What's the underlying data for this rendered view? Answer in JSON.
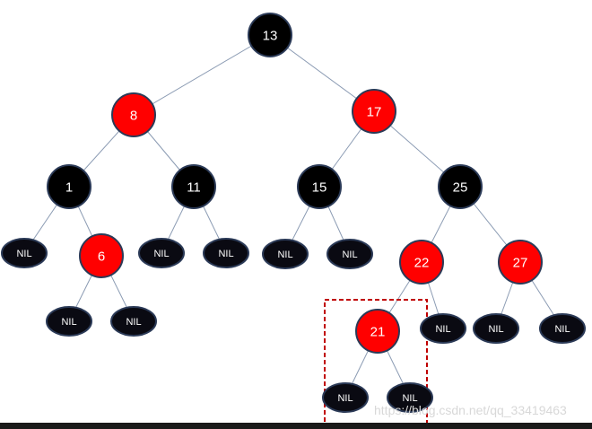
{
  "diagram": {
    "type": "red-black-tree",
    "colors": {
      "black": "#000000",
      "red": "#ff0000",
      "nil": "#0a0a12",
      "node_border": "#2b3a57",
      "edge": "#8b9bb3",
      "highlight": "#c00000",
      "label": "#ffffff",
      "watermark": "#d8d8d8"
    },
    "nodes": [
      {
        "id": "n13",
        "label": "13",
        "color": "black",
        "parent": null
      },
      {
        "id": "n8",
        "label": "8",
        "color": "red",
        "parent": "n13"
      },
      {
        "id": "n17",
        "label": "17",
        "color": "red",
        "parent": "n13"
      },
      {
        "id": "n1",
        "label": "1",
        "color": "black",
        "parent": "n8"
      },
      {
        "id": "n11",
        "label": "11",
        "color": "black",
        "parent": "n8"
      },
      {
        "id": "n15",
        "label": "15",
        "color": "black",
        "parent": "n17"
      },
      {
        "id": "n25",
        "label": "25",
        "color": "black",
        "parent": "n17"
      },
      {
        "id": "nil-1a",
        "label": "NIL",
        "color": "nil",
        "parent": "n1"
      },
      {
        "id": "n6",
        "label": "6",
        "color": "red",
        "parent": "n1"
      },
      {
        "id": "nil-11a",
        "label": "NIL",
        "color": "nil",
        "parent": "n11"
      },
      {
        "id": "nil-11b",
        "label": "NIL",
        "color": "nil",
        "parent": "n11"
      },
      {
        "id": "nil-15a",
        "label": "NIL",
        "color": "nil",
        "parent": "n15"
      },
      {
        "id": "nil-15b",
        "label": "NIL",
        "color": "nil",
        "parent": "n15"
      },
      {
        "id": "n22",
        "label": "22",
        "color": "red",
        "parent": "n25"
      },
      {
        "id": "n27",
        "label": "27",
        "color": "red",
        "parent": "n25"
      },
      {
        "id": "nil-6a",
        "label": "NIL",
        "color": "nil",
        "parent": "n6"
      },
      {
        "id": "nil-6b",
        "label": "NIL",
        "color": "nil",
        "parent": "n6"
      },
      {
        "id": "n21",
        "label": "21",
        "color": "red",
        "parent": "n22"
      },
      {
        "id": "nil-22b",
        "label": "NIL",
        "color": "nil",
        "parent": "n22"
      },
      {
        "id": "nil-27a",
        "label": "NIL",
        "color": "nil",
        "parent": "n27"
      },
      {
        "id": "nil-27b",
        "label": "NIL",
        "color": "nil",
        "parent": "n27"
      },
      {
        "id": "nil-21a",
        "label": "NIL",
        "color": "nil",
        "parent": "n21"
      },
      {
        "id": "nil-21b",
        "label": "NIL",
        "color": "nil",
        "parent": "n21"
      }
    ],
    "highlighted_subtree": "n21"
  },
  "watermark": "https://blog.csdn.net/qq_33419463"
}
